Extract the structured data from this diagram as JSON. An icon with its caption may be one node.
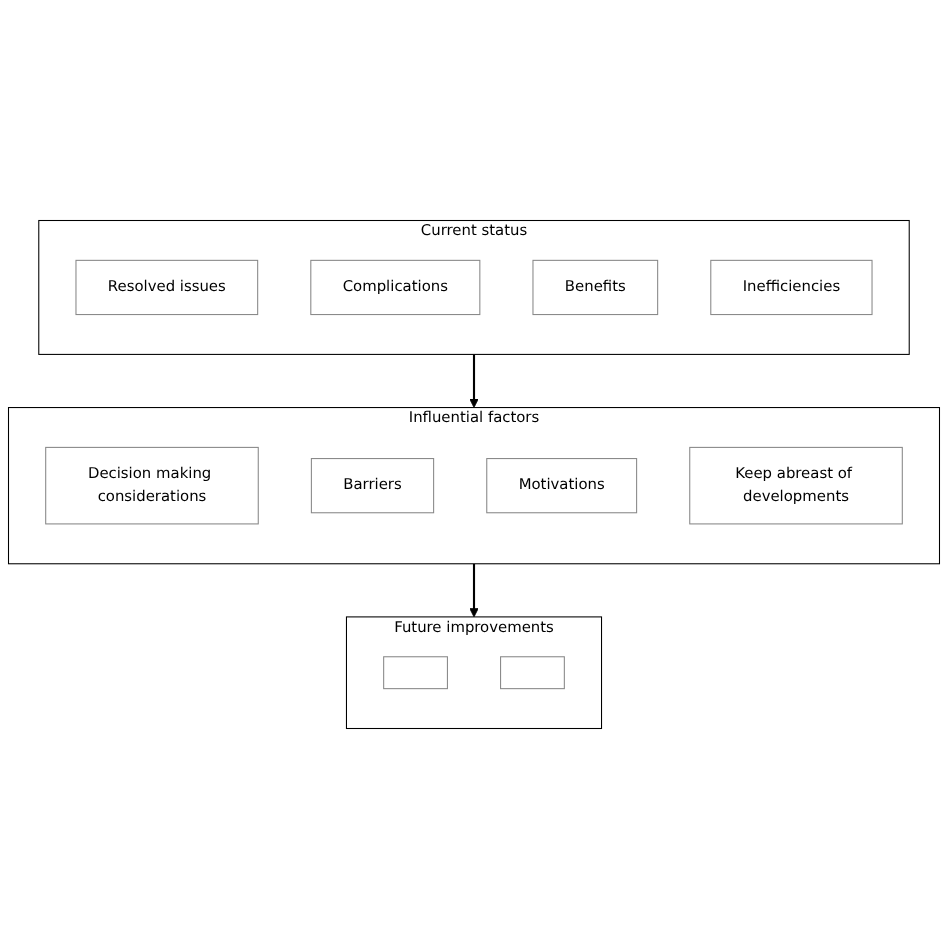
{
  "diagram": {
    "nodes": [
      {
        "text": [
          "Current status"
        ]
      },
      {
        "text": [
          "Resolved issues"
        ],
        "in": 0
      },
      {
        "text": [
          "Complications"
        ],
        "in": 0
      },
      {
        "text": [
          "Benefits"
        ],
        "in": 0
      },
      {
        "text": [
          "Inefficiencies"
        ],
        "in": 0
      },
      {
        "text": [
          "Influential factors"
        ]
      },
      {
        "text": [
          "Decision making considerations"
        ],
        "in": 5
      },
      {
        "text": [
          "Barriers"
        ],
        "in": 5
      },
      {
        "text": [
          "Motivations"
        ],
        "in": 5
      },
      {
        "text": [
          "Keep abreast of developments"
        ],
        "in": 5
      },
      {
        "text": [
          "Future improvements"
        ]
      },
      {
        "text": [],
        "shape": "box",
        "in": 10
      },
      {
        "text": [],
        "shape": "box",
        "in": 10
      }
    ],
    "edges": [
      {
        "from": 0,
        "to": 5,
        "arrow": "to"
      },
      {
        "from": 5,
        "to": 10,
        "arrow": "to"
      }
    ]
  }
}
